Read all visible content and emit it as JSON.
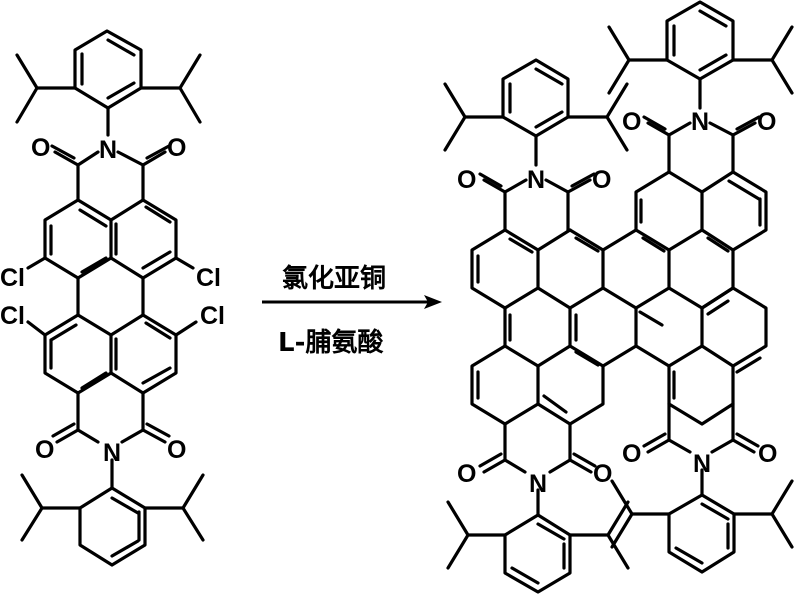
{
  "figure": {
    "type": "chemical-reaction-scheme",
    "reactant": {
      "name": "tetrachloro perylene diimide (N,N'-bis(2,6-diisopropylphenyl))",
      "atom_labels": [
        "O",
        "N",
        "O",
        "Cl",
        "Cl",
        "Cl",
        "Cl",
        "O",
        "N",
        "O"
      ]
    },
    "arrow": {
      "reagent_above": "氯化亚铜",
      "reagent_below": "L-脯氨酸",
      "color": "#000000"
    },
    "product": {
      "name": "fused perylene diimide dimer (four imide groups)",
      "atom_labels": [
        "O",
        "N",
        "O",
        "O",
        "N",
        "O",
        "O",
        "N",
        "O",
        "O",
        "N",
        "O"
      ]
    }
  },
  "labels": {
    "O": "O",
    "N": "N",
    "Cl": "Cl"
  }
}
